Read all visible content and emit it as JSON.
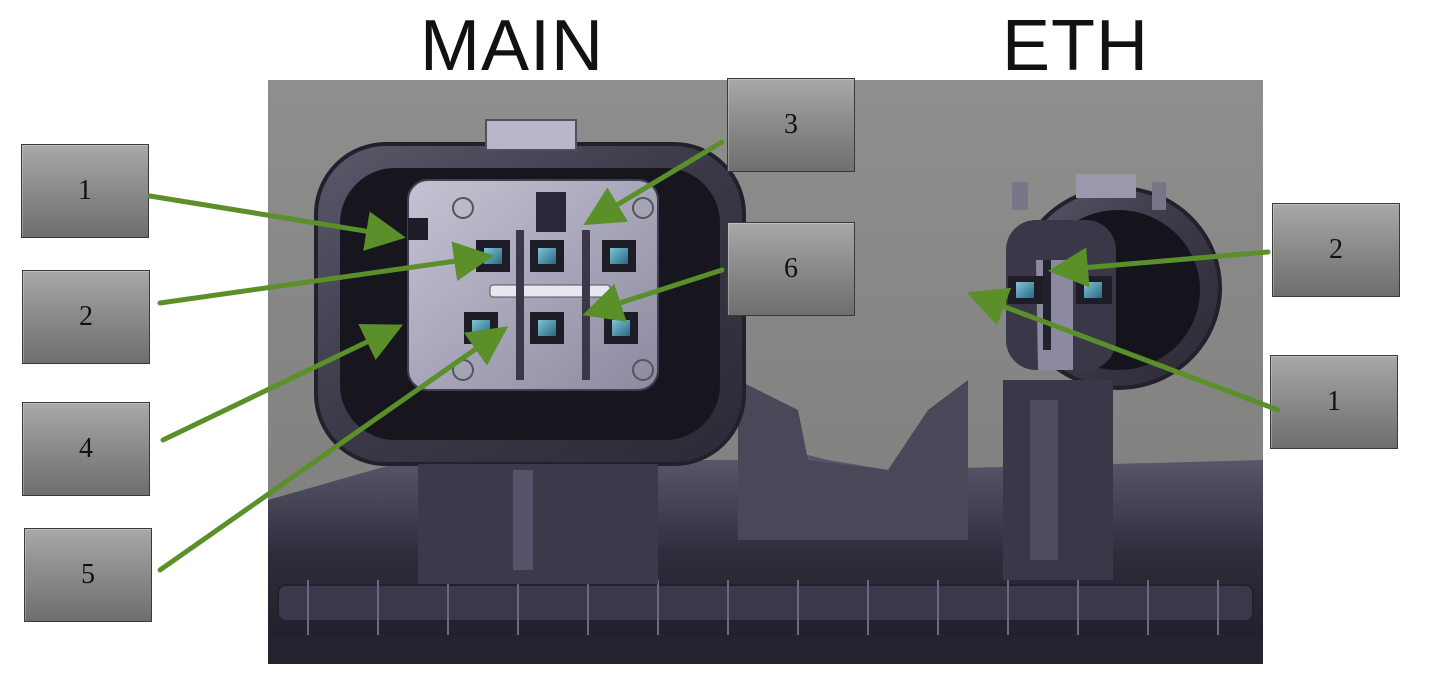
{
  "titles": {
    "main": "MAIN",
    "eth": "ETH"
  },
  "callouts": {
    "main_1": "1",
    "main_2": "2",
    "main_3": "3",
    "main_4": "4",
    "main_5": "5",
    "main_6": "6",
    "eth_2": "2",
    "eth_1": "1"
  },
  "colors": {
    "arrow": "#5a8f2a",
    "background_gray": "#8c8c8a",
    "housing": "#3c3a48",
    "pin": "#3f8fa8"
  }
}
